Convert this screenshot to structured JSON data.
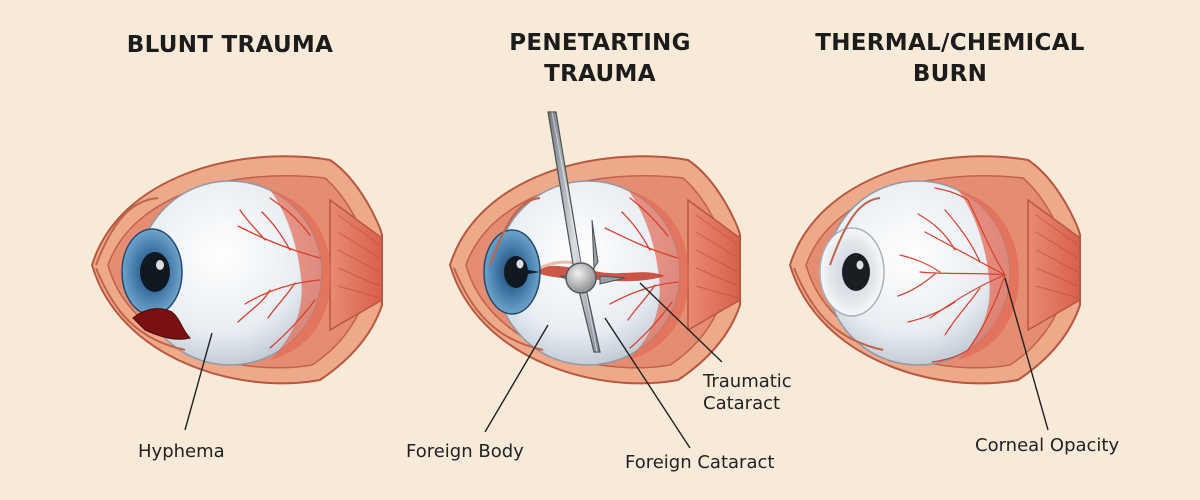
{
  "panels": [
    {
      "title_lines": [
        "BLUNT TRAUMA"
      ],
      "labels": [
        "Hyphema"
      ]
    },
    {
      "title_lines": [
        "PENETARTING",
        "TRAUMA"
      ],
      "labels": [
        "Foreign Body",
        "Foreign Cataract",
        "Traumatic",
        "Cataract"
      ]
    },
    {
      "title_lines": [
        "THERMAL/CHEMICAL",
        "BURN"
      ],
      "labels": [
        "Corneal Opacity"
      ]
    }
  ],
  "colors": {
    "background": "#f8ead9",
    "eyelid": "#eea98b",
    "orbit": "#d9715a",
    "sclera": "#eef1f4",
    "iris_blue": "#3f78a8",
    "pupil": "#101820",
    "vessel": "#d8402e",
    "blood": "#7a1010",
    "needle": "#9aa0a6"
  }
}
